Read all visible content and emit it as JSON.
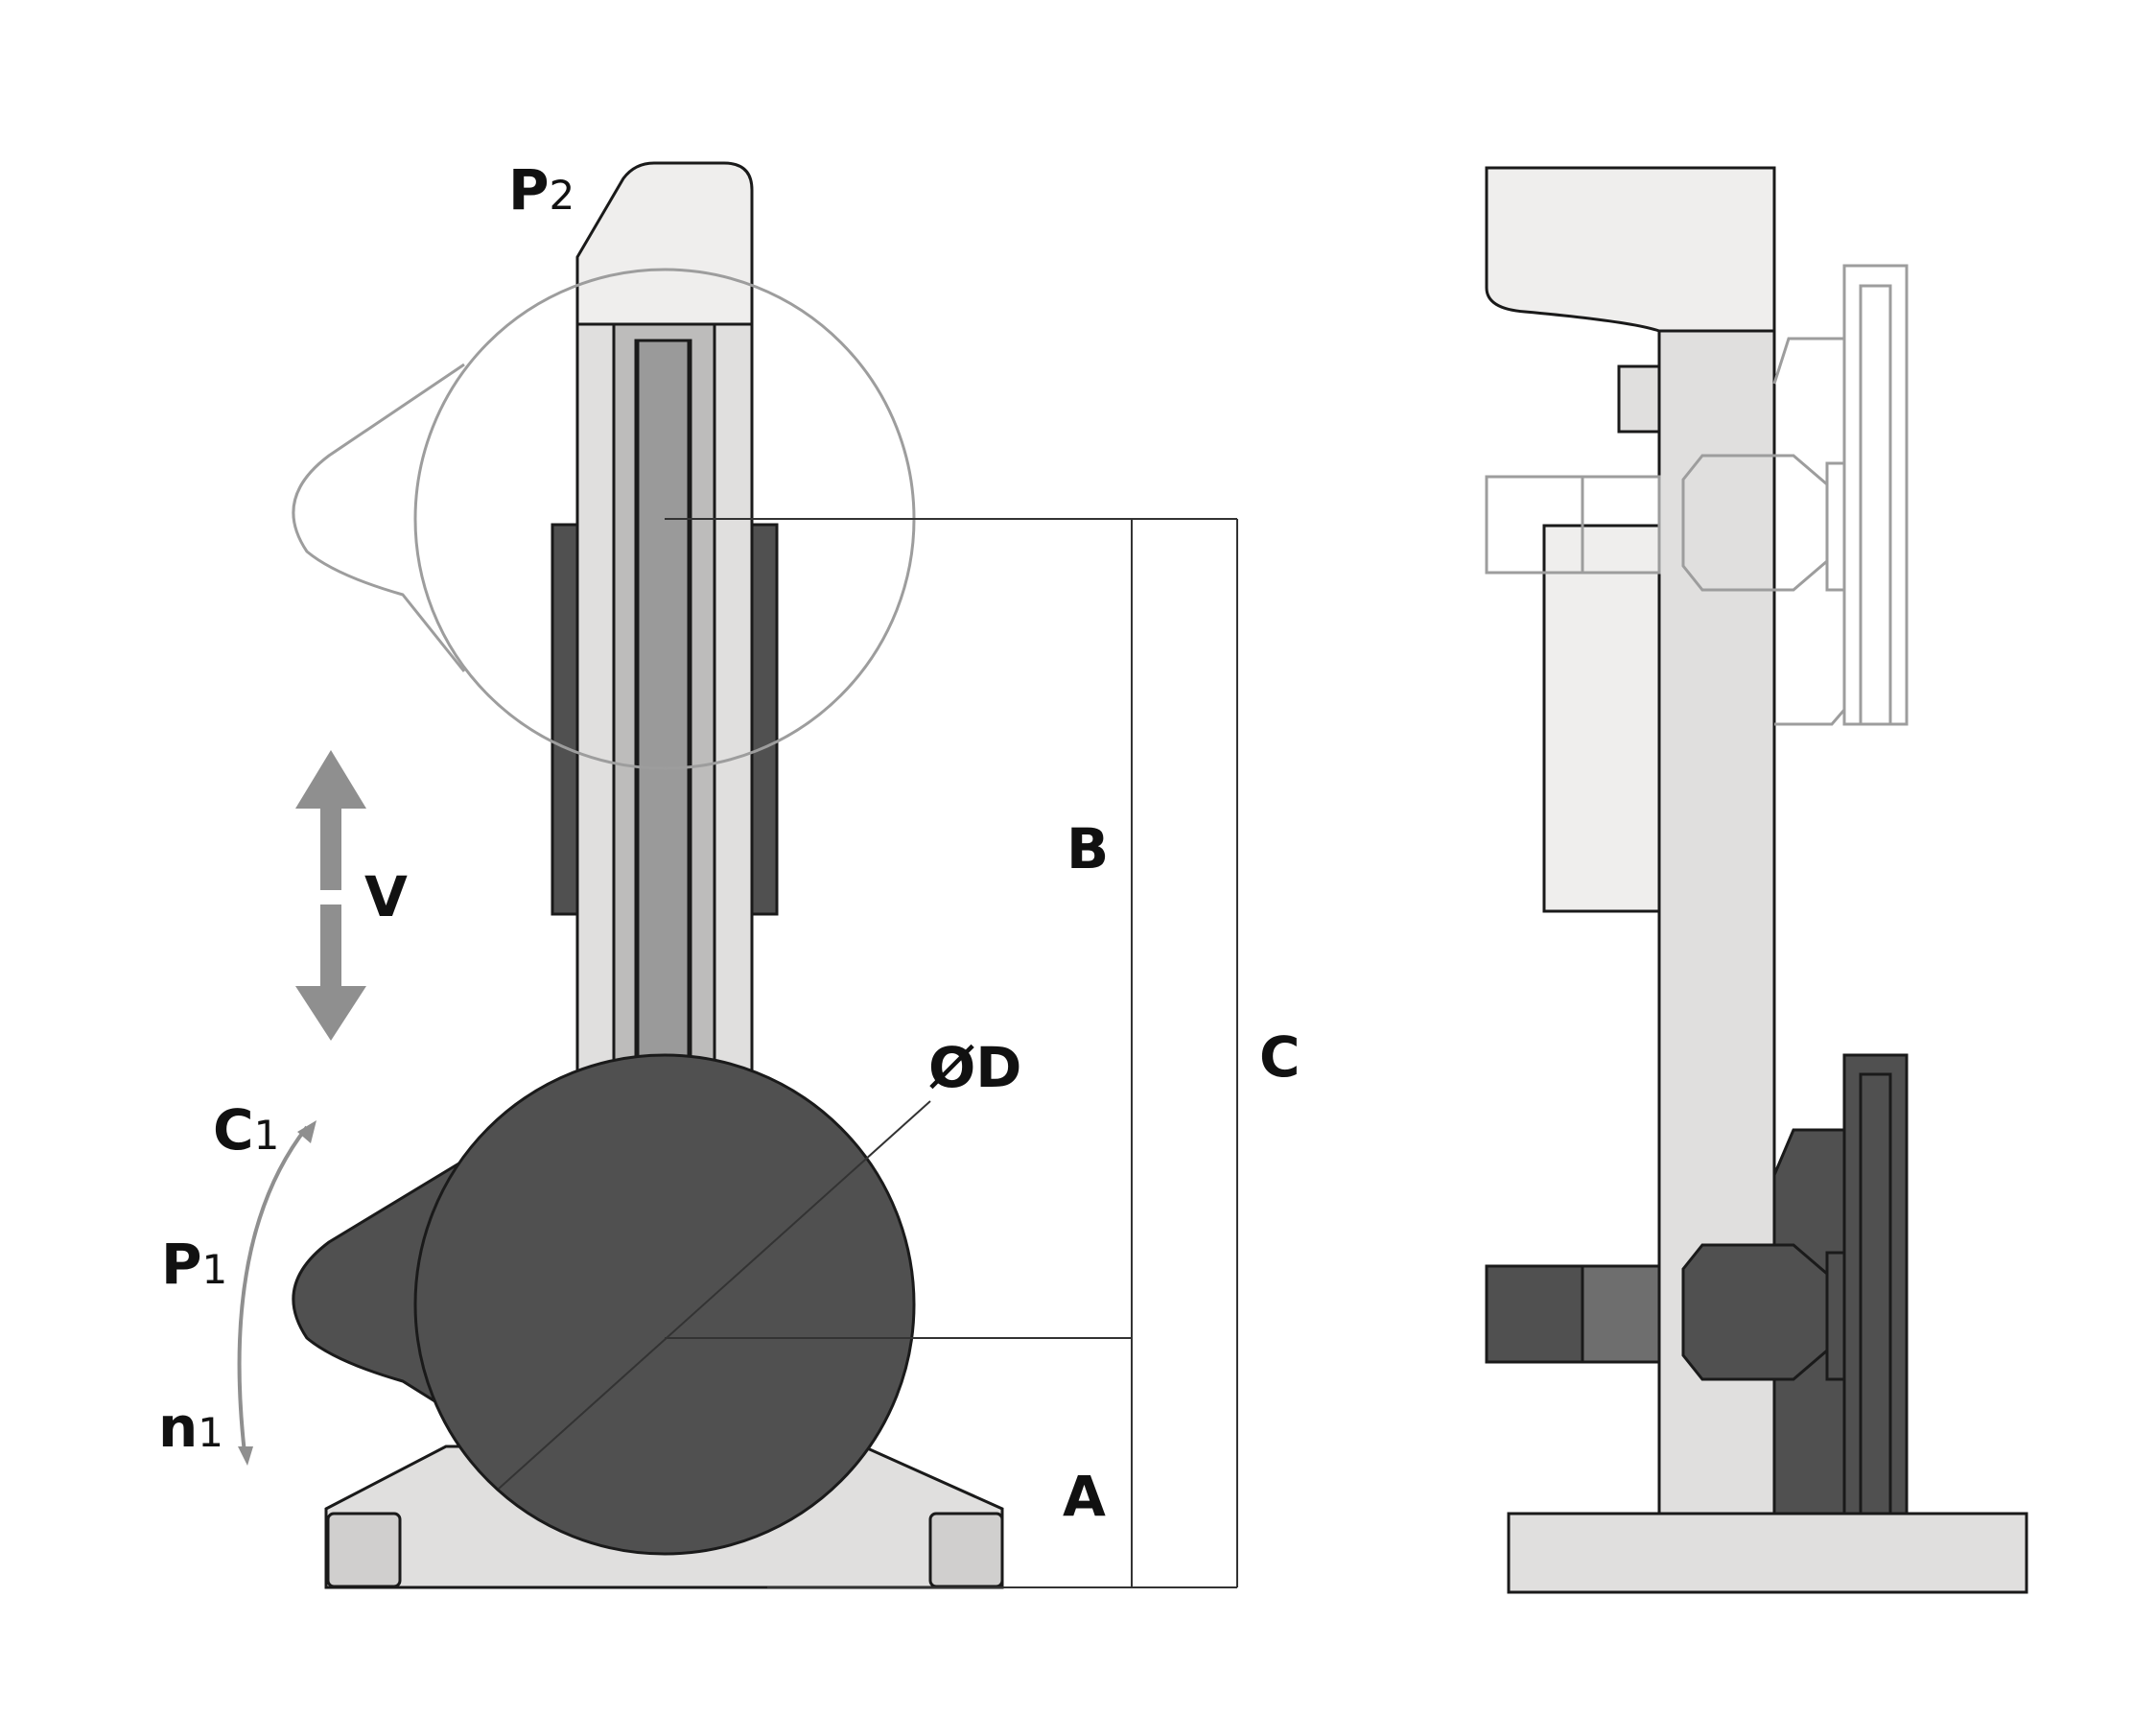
{
  "labels": {
    "p2": "P",
    "p2_sub": "2",
    "v": "V",
    "c1": "C",
    "c1_sub": "1",
    "p1": "P",
    "p1_sub": "1",
    "n1": "n",
    "n1_sub": "1",
    "b": "B",
    "c": "C",
    "a": "A",
    "od": "ØD"
  },
  "colors": {
    "outline": "#1a1a1a",
    "frame_light": "#e0dfde",
    "frame_lighter": "#efeeed",
    "slider_mid": "#bdbcbb",
    "rail": "#9a9a9a",
    "motor_dark": "#505050",
    "motor_mid": "#6e6e6e",
    "ghost": "#9d9d9d",
    "arrow": "#8f8f8f",
    "dim_line": "#333333"
  }
}
